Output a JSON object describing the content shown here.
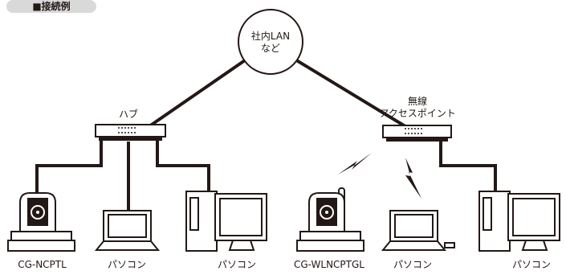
{
  "heading": "■接続例",
  "network_cloud": {
    "line1": "社内LAN",
    "line2": "など"
  },
  "hub": {
    "label": "ハブ"
  },
  "access_point": {
    "line1": "無線",
    "line2": "アクセスポイント"
  },
  "devices": [
    {
      "label": "CG-NCPTL"
    },
    {
      "label": "パソコン"
    },
    {
      "label": "パソコン"
    },
    {
      "label": "CG-WLNCPTGL"
    },
    {
      "label": "パソコン"
    },
    {
      "label": "パソコン"
    }
  ]
}
